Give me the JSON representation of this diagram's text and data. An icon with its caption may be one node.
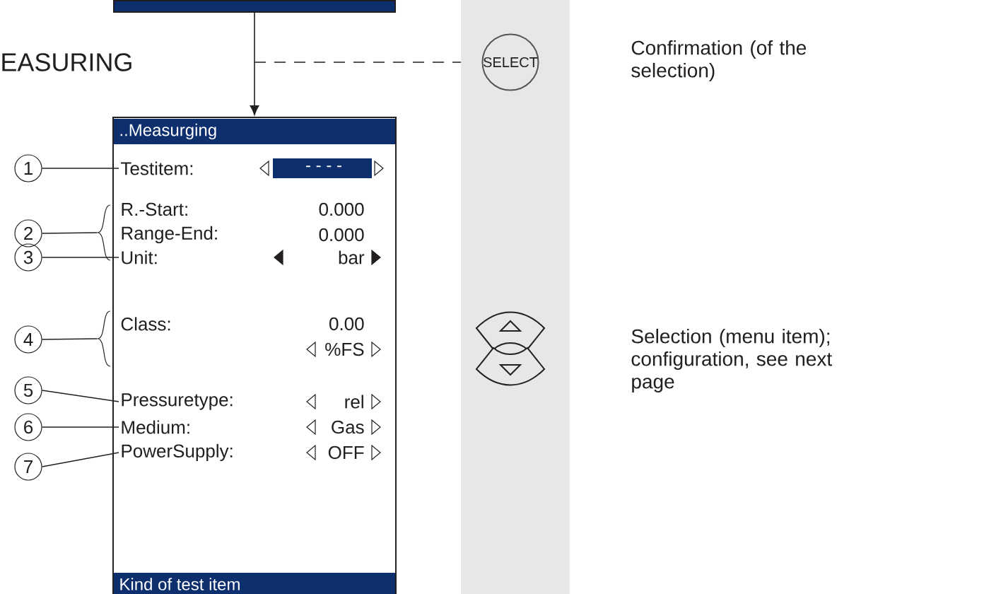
{
  "diagram": {
    "nodes": [
      {
        "text": [],
        "shape": "box"
      },
      {
        "text": [
          "..Measurging",
          "Kind of test item"
        ]
      },
      {
        "text": [
          "Testitem:"
        ],
        "in": 1
      },
      {
        "text": [
          "R.-Start:"
        ],
        "in": 1
      },
      {
        "text": [
          "Range-End:"
        ],
        "in": 1
      },
      {
        "text": [
          "Unit:"
        ],
        "in": 1
      },
      {
        "text": [
          "Class:"
        ],
        "in": 1
      },
      {
        "text": [
          "Pressuretype:"
        ],
        "in": 1
      },
      {
        "text": [
          "Medium:"
        ],
        "in": 1
      },
      {
        "text": [
          "PowerSupply:"
        ],
        "in": 1
      },
      {
        "text": [
          "1"
        ]
      },
      {
        "text": [
          "2"
        ]
      },
      {
        "text": [
          "3"
        ]
      },
      {
        "text": [
          "4"
        ]
      },
      {
        "text": [
          "5"
        ]
      },
      {
        "text": [
          "6"
        ]
      },
      {
        "text": [
          "7"
        ]
      },
      {
        "text": [
          "SELECT"
        ]
      },
      {
        "text": [],
        "shape": "picture"
      },
      {
        "text": [],
        "shape": "brace"
      },
      {
        "text": [],
        "shape": "brace"
      }
    ],
    "edges": [
      {
        "from": 0,
        "to": 1,
        "arrow": "to"
      },
      {
        "from": null,
        "to": 17,
        "arrow": "none",
        "style": "dashed"
      },
      {
        "from": 10,
        "to": 2,
        "arrow": "none"
      },
      {
        "from": 11,
        "to": 19,
        "arrow": "none"
      },
      {
        "from": 12,
        "to": 5,
        "arrow": "none"
      },
      {
        "from": 13,
        "to": 20,
        "arrow": "none"
      },
      {
        "from": 14,
        "to": 7,
        "arrow": "none"
      },
      {
        "from": 15,
        "to": 8,
        "arrow": "none"
      },
      {
        "from": 16,
        "to": 9,
        "arrow": "none"
      }
    ],
    "labels": [
      "EASURING",
      "- - - -",
      "0.000",
      "0.000",
      "bar",
      "0.00",
      "%FS",
      "rel",
      "Gas",
      "OFF",
      "Confirmation (of the selection)",
      "Selection (menu item); configuration, see next page"
    ]
  }
}
